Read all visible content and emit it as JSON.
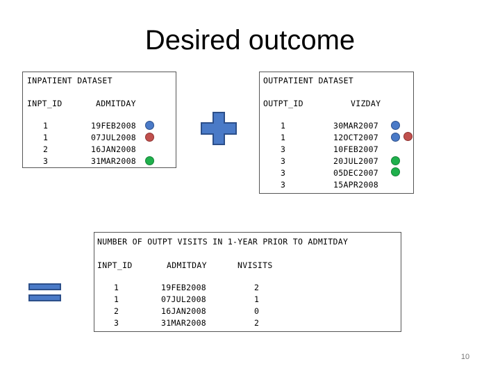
{
  "slide": {
    "title": "Desired outcome",
    "page_number": "10"
  },
  "inpatient": {
    "heading": "INPATIENT DATASET",
    "col_id": "INPT_ID",
    "col_date": "ADMITDAY",
    "rows": [
      {
        "id": "1",
        "date": "19FEB2008",
        "marker": "blue"
      },
      {
        "id": "1",
        "date": "07JUL2008",
        "marker": "red"
      },
      {
        "id": "2",
        "date": "16JAN2008",
        "marker": "none"
      },
      {
        "id": "3",
        "date": "31MAR2008",
        "marker": "green"
      }
    ]
  },
  "outpatient": {
    "heading": "OUTPATIENT DATASET",
    "col_id": "OUTPT_ID",
    "col_date": "VIZDAY",
    "rows": [
      {
        "id": "1",
        "date": "30MAR2007",
        "marker": "blue"
      },
      {
        "id": "1",
        "date": "12OCT2007",
        "marker": "blue+red"
      },
      {
        "id": "3",
        "date": "10FEB2007",
        "marker": "none"
      },
      {
        "id": "3",
        "date": "20JUL2007",
        "marker": "green"
      },
      {
        "id": "3",
        "date": "05DEC2007",
        "marker": "green"
      },
      {
        "id": "3",
        "date": "15APR2008",
        "marker": "none"
      }
    ]
  },
  "result": {
    "heading": "NUMBER OF OUTPT VISITS IN 1-YEAR PRIOR TO ADMITDAY",
    "col_id": "INPT_ID",
    "col_date": "ADMITDAY",
    "col_count": "NVISITS",
    "rows": [
      {
        "id": "1",
        "date": "19FEB2008",
        "count": "2"
      },
      {
        "id": "1",
        "date": "07JUL2008",
        "count": "1"
      },
      {
        "id": "2",
        "date": "16JAN2008",
        "count": "0"
      },
      {
        "id": "3",
        "date": "31MAR2008",
        "count": "2"
      }
    ]
  },
  "colors": {
    "blue": "#4a7ac7",
    "red": "#c0504d",
    "green": "#1fb04c",
    "border": "#555555"
  },
  "icons": {
    "plus": "plus-icon",
    "equals": "equals-icon"
  }
}
